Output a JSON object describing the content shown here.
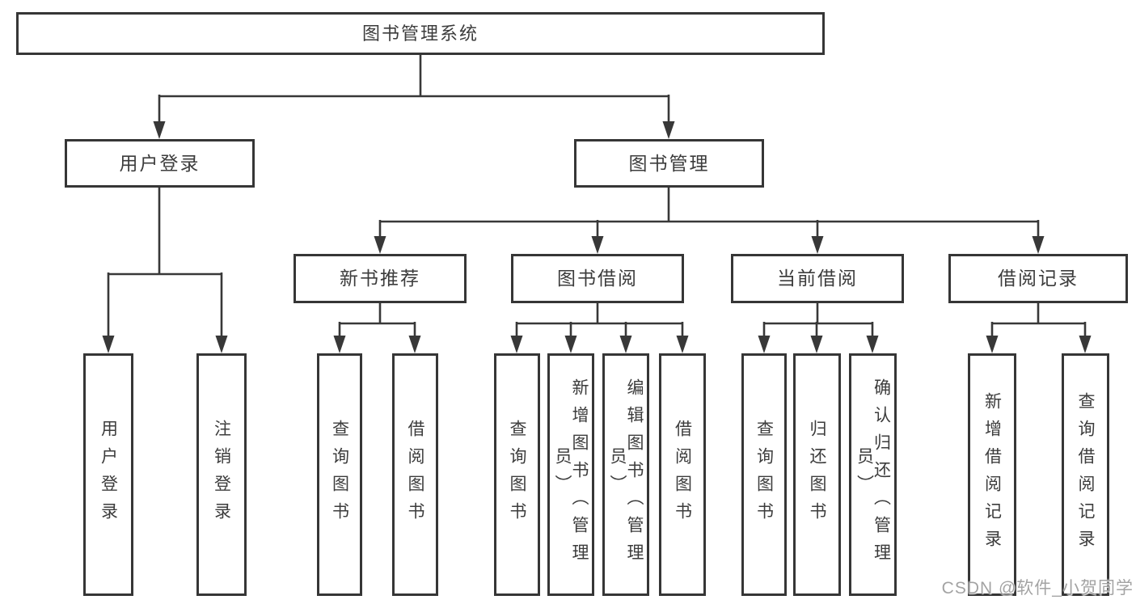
{
  "diagram": {
    "tree": {
      "label": "图书管理系统",
      "children": [
        {
          "label": "用户登录",
          "children": [
            {
              "label": "用户登录"
            },
            {
              "label": "注销登录"
            }
          ]
        },
        {
          "label": "图书管理",
          "children": [
            {
              "label": "新书推荐",
              "children": [
                {
                  "label": "查询图书"
                },
                {
                  "label": "借阅图书"
                }
              ]
            },
            {
              "label": "图书借阅",
              "children": [
                {
                  "label": "查询图书"
                },
                {
                  "label": "新增图书（管理员）"
                },
                {
                  "label": "编辑图书（管理员）"
                },
                {
                  "label": "借阅图书"
                }
              ]
            },
            {
              "label": "当前借阅",
              "children": [
                {
                  "label": "查询图书"
                },
                {
                  "label": "归还图书"
                },
                {
                  "label": "确认归还（管理员）"
                }
              ]
            },
            {
              "label": "借阅记录",
              "children": [
                {
                  "label": "新增借阅记录"
                },
                {
                  "label": "查询借阅记录"
                }
              ]
            }
          ]
        }
      ]
    },
    "watermark": {
      "text": "CSDN @软件_小贺同学"
    },
    "colors": {
      "background": "#ffffff",
      "line": "#383838",
      "box_border": "#363636",
      "text": "#3c3c3c",
      "watermark": "#9f9f9f"
    }
  }
}
